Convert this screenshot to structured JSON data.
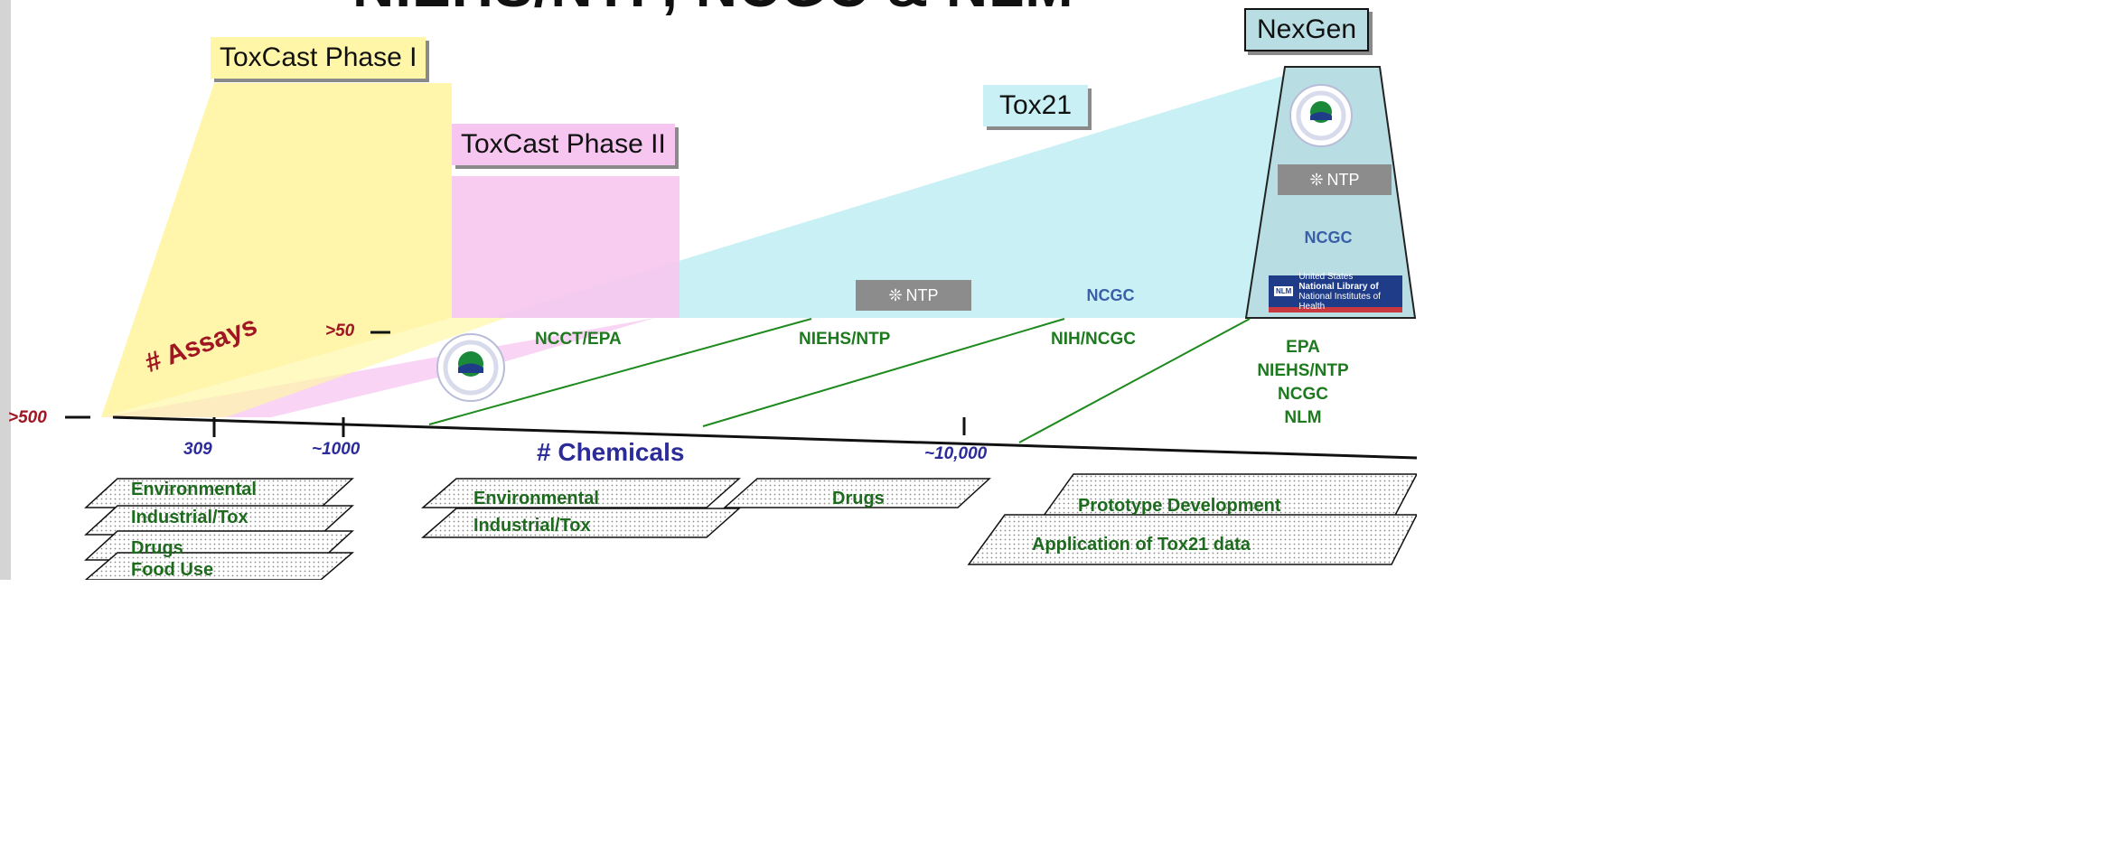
{
  "header": {
    "title_fragment": "NIEHS/NTP, NCGC & NLM"
  },
  "boxes": {
    "toxcast1": "ToxCast Phase I",
    "toxcast2": "ToxCast Phase II",
    "tox21": "Tox21",
    "nexgen": "NexGen"
  },
  "axes": {
    "chemicals_title": "# Chemicals",
    "assays_title": "# Assays",
    "chem_ticks": [
      "309",
      "~1000",
      "~10,000"
    ],
    "assay_ticks": [
      ">500",
      ">50"
    ]
  },
  "orgs": {
    "ncct": "NCCT/EPA",
    "niehs": "NIEHS/NTP",
    "nih": "NIH/NCGC",
    "nexgen_list": [
      "EPA",
      "NIEHS/NTP",
      "NCGC",
      "NLM"
    ]
  },
  "logos": {
    "ntp": "NTP",
    "ncgc": "NCGC",
    "nlm_badge": "NLM",
    "nlm_line1": "United States",
    "nlm_line2": "National Library of",
    "nlm_line3": "National Institutes of Health",
    "epa_icon": "epa-seal-icon"
  },
  "plates": {
    "phase1": [
      "Environmental",
      "Industrial/Tox",
      "Drugs",
      "Food Use"
    ],
    "phase2": [
      "Environmental",
      "Industrial/Tox"
    ],
    "tox21": [
      "Drugs"
    ],
    "nexgen": [
      "Prototype Development",
      "Application of Tox21 data"
    ]
  },
  "colors": {
    "phase1_fill": "#fff6a8",
    "phase2_fill": "#f7c6f0",
    "tox21_fill": "#c9f1f5",
    "nexgen_fill": "#b8dde2",
    "org_green": "#1e7a1e",
    "chem_blue": "#2b2b9a",
    "assay_red": "#a01622"
  }
}
